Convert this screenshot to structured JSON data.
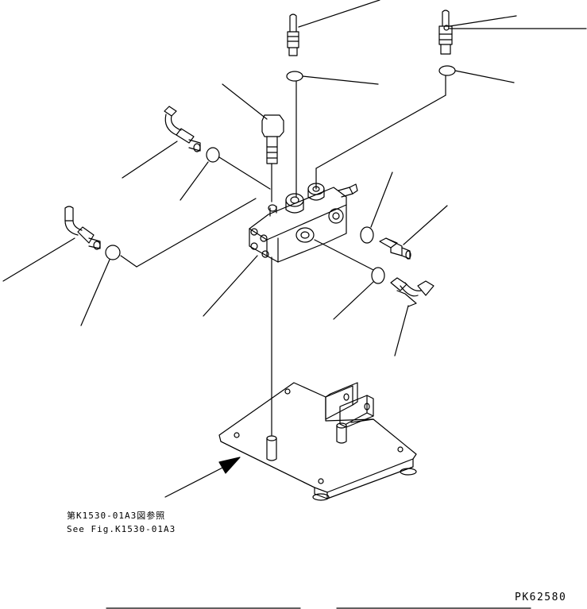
{
  "reference": {
    "japanese": "第K1530-01A3図参照",
    "english": "See Fig.K1530-01A3"
  },
  "drawing_code": "PK62580"
}
